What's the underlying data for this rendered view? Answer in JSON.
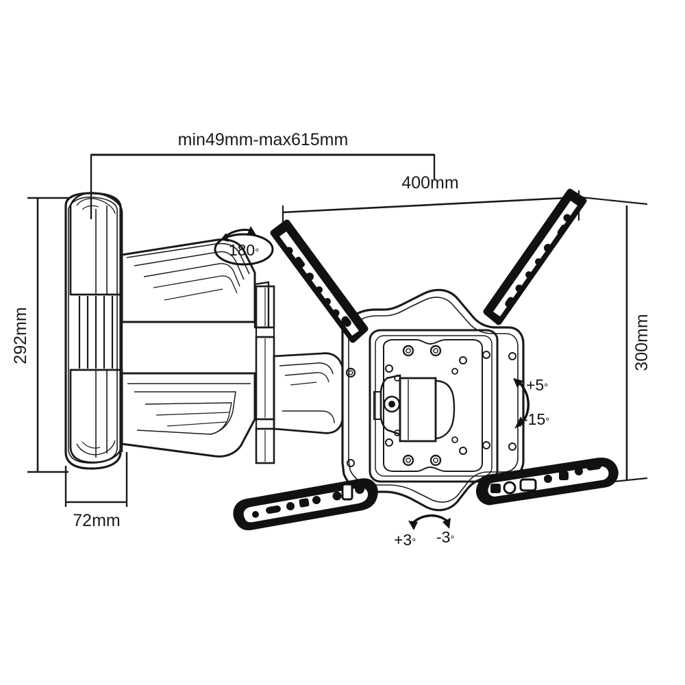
{
  "drawing": {
    "title": "Full-motion TV wall mount bracket technical drawing",
    "background_color": "#ffffff",
    "line_color": "#1a1a1a",
    "fill_color": "#111111"
  },
  "dimensions": {
    "extension": {
      "label": "min49mm-max615mm",
      "orientation": "horizontal",
      "position": "top"
    },
    "arm_span": {
      "label": "400mm",
      "orientation": "horizontal-slanted",
      "position": "upper-right"
    },
    "height_left": {
      "label": "292mm",
      "orientation": "vertical",
      "position": "left"
    },
    "height_right": {
      "label": "300mm",
      "orientation": "vertical",
      "position": "right"
    },
    "depth": {
      "label": "72mm",
      "orientation": "horizontal",
      "position": "bottom-left"
    }
  },
  "angles": {
    "swivel": {
      "label": "180",
      "degree_symbol": "°",
      "position": "upper-left-arm"
    },
    "tilt_up": {
      "label": "+5",
      "degree_symbol": "°",
      "position": "right-of-plate"
    },
    "tilt_down": {
      "label": "-15",
      "degree_symbol": "°",
      "position": "right-of-plate"
    },
    "level_plus": {
      "label": "+3",
      "degree_symbol": "°",
      "position": "bottom-center"
    },
    "level_minus": {
      "label": "-3",
      "degree_symbol": "°",
      "position": "bottom-center"
    }
  },
  "components": {
    "wall_plate": "wall-plate",
    "upper_arm": "upper-articulating-arm",
    "lower_arm": "lower-articulating-arm",
    "pivot_column": "pivot-column",
    "vesa_plate": "vesa-mounting-plate",
    "rail_top_left": "mounting-rail-top-left",
    "rail_top_right": "mounting-rail-top-right",
    "rail_bottom_left": "mounting-rail-bottom-left",
    "rail_bottom_right": "mounting-rail-bottom-right",
    "tilt_hinge": "tilt-hinge-block"
  }
}
